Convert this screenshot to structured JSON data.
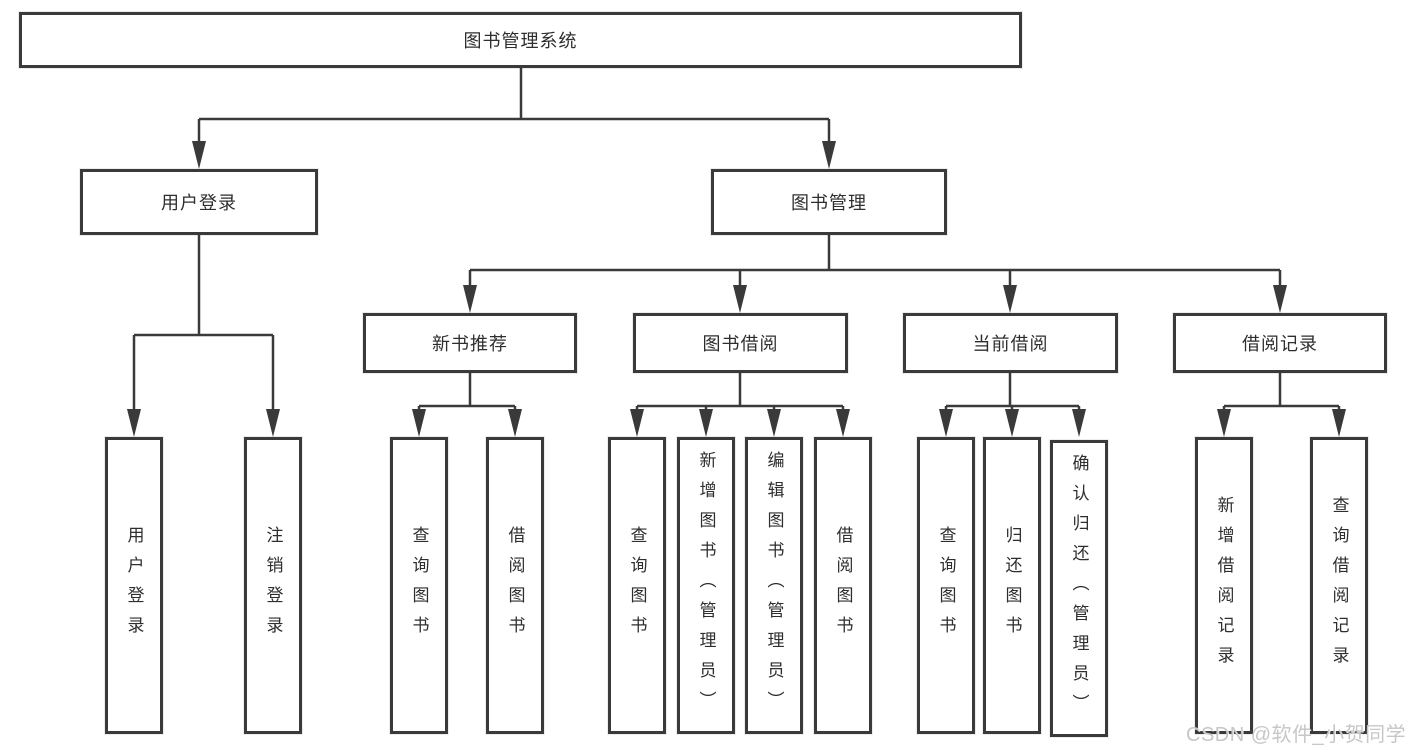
{
  "diagram": {
    "root": {
      "label": "图书管理系统"
    },
    "level2": [
      {
        "label": "用户登录",
        "children": [
          {
            "label": "用户登录"
          },
          {
            "label": "注销登录"
          }
        ]
      },
      {
        "label": "图书管理"
      }
    ],
    "level3": [
      {
        "label": "新书推荐",
        "children": [
          {
            "label": "查询图书"
          },
          {
            "label": "借阅图书"
          }
        ]
      },
      {
        "label": "图书借阅",
        "children": [
          {
            "label": "查询图书"
          },
          {
            "label": "新增图书（管理员）"
          },
          {
            "label": "编辑图书（管理员）"
          },
          {
            "label": "借阅图书"
          }
        ]
      },
      {
        "label": "当前借阅",
        "children": [
          {
            "label": "查询图书"
          },
          {
            "label": "归还图书"
          },
          {
            "label": "确认归还（管理员）"
          }
        ]
      },
      {
        "label": "借阅记录",
        "children": [
          {
            "label": "新增借阅记录"
          },
          {
            "label": "查询借阅记录"
          }
        ]
      }
    ]
  },
  "watermark": {
    "text": "CSDN @软件_小贺同学"
  },
  "colors": {
    "line": "#3a3a3a",
    "text": "#2e2e2e",
    "watermark": "#c7c7c7",
    "background": "#ffffff"
  }
}
